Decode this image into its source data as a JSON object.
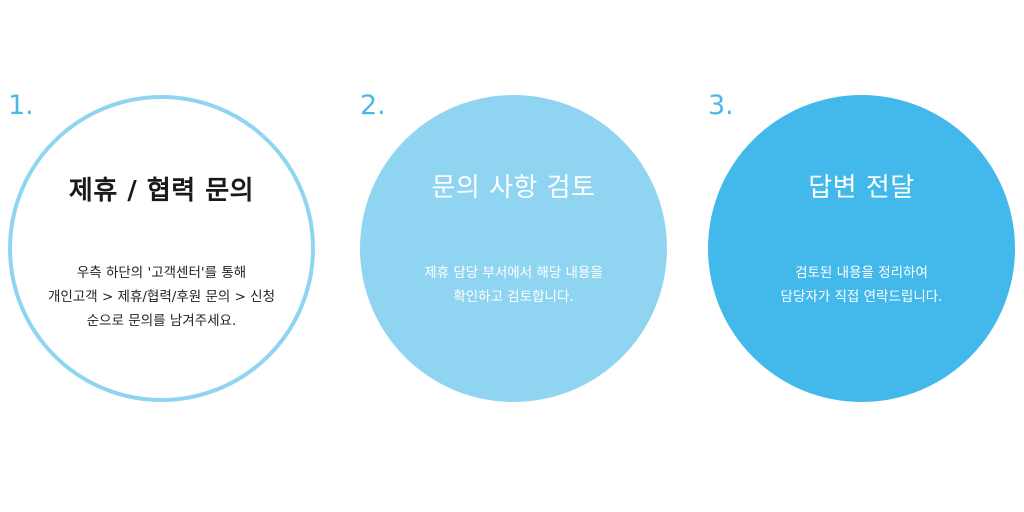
{
  "steps": [
    {
      "number": "1.",
      "title": "제휴 / 협력 문의",
      "lines": [
        "우측 하단의 '고객센터'를 통해",
        "개인고객 > 제휴/협력/후원 문의 > 신청",
        "순으로 문의를 남겨주세요."
      ]
    },
    {
      "number": "2.",
      "title": "문의 사항 검토",
      "lines": [
        "제휴 담당 부서에서 해당 내용을",
        "확인하고 검토합니다."
      ]
    },
    {
      "number": "3.",
      "title": "답변 전달",
      "lines": [
        "검토된 내용을 정리하여",
        "담당자가 직접 연락드립니다."
      ]
    }
  ],
  "colors": {
    "accent_number": "#4bb8e6",
    "outline": "#8fd5f2",
    "light_fill": "#8fd5f2",
    "strong_fill": "#42b9ea"
  }
}
